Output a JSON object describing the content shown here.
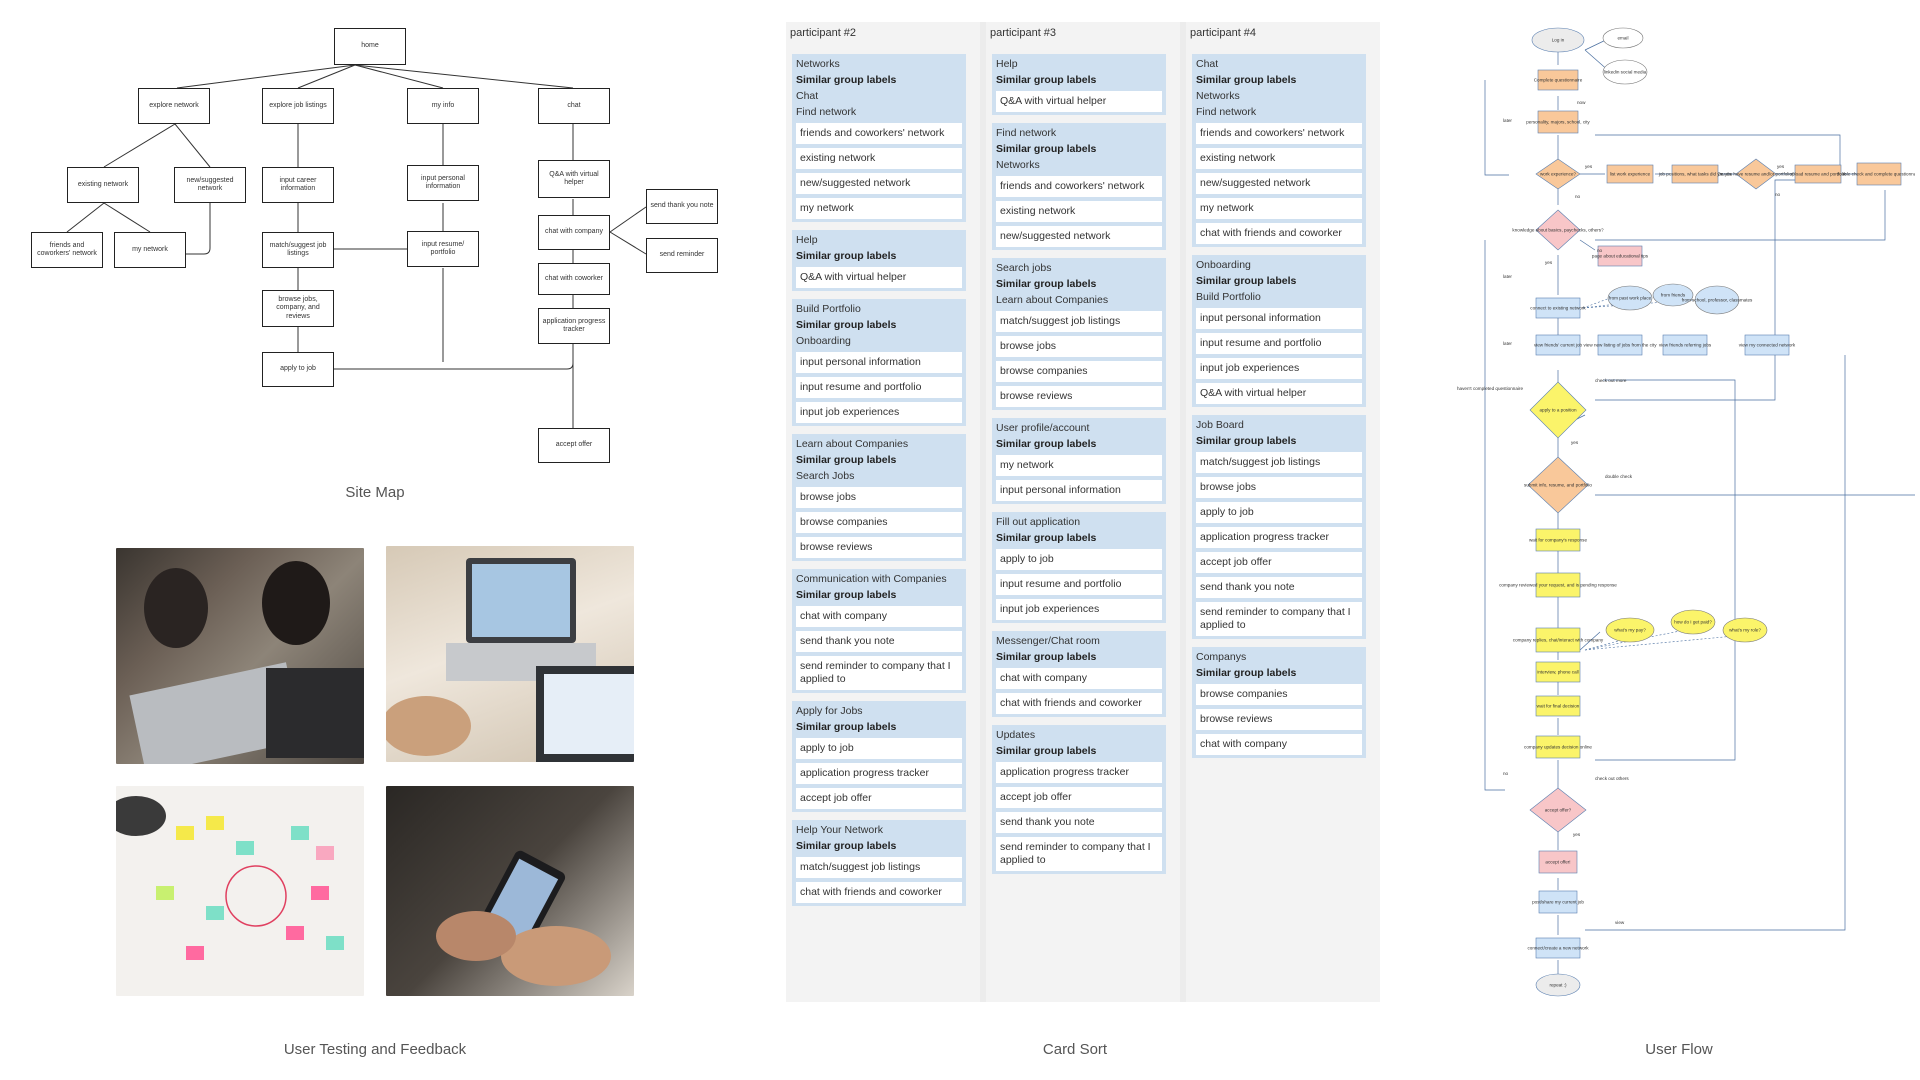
{
  "site_map": {
    "caption": "Site Map",
    "nodes": {
      "home": "home",
      "explore_network": "explore network",
      "explore_jobs": "explore job listings",
      "my_info": "my info",
      "chat": "chat",
      "existing_network": "existing network",
      "new_network": "new/suggested network",
      "friends": "friends and coworkers' network",
      "my_network": "my network",
      "input_career": "input career information",
      "match_jobs": "match/suggest job listings",
      "browse": "browse jobs, company, and reviews",
      "apply": "apply to job",
      "input_personal": "input personal information",
      "input_resume": "input resume/ portfolio",
      "qa": "Q&A with virtual helper",
      "chat_company": "chat with company",
      "chat_coworker": "chat with coworker",
      "tracker": "application progress tracker",
      "thank": "send thank you note",
      "reminder": "send reminder",
      "accept": "accept offer"
    }
  },
  "user_testing": {
    "caption": "User Testing and Feedback"
  },
  "card_sort": {
    "caption": "Card Sort",
    "similar_label": "Similar group labels",
    "participants": [
      {
        "name": "participant #2",
        "groups": [
          {
            "title": "Networks",
            "alts": [
              "Chat",
              "Find network"
            ],
            "cards": [
              "friends and coworkers' network",
              "existing network",
              "new/suggested network",
              "my network"
            ]
          },
          {
            "title": "Help",
            "alts": [],
            "cards": [
              "Q&A with virtual helper"
            ]
          },
          {
            "title": "Build Portfolio",
            "alts": [
              "Onboarding"
            ],
            "cards": [
              "input personal information",
              "input resume and portfolio",
              "input job experiences"
            ]
          },
          {
            "title": "Learn about Companies",
            "alts": [
              "Search Jobs"
            ],
            "cards": [
              "browse jobs",
              "browse companies",
              "browse reviews"
            ]
          },
          {
            "title": "Communication with Companies",
            "alts": [],
            "cards": [
              "chat with company",
              "send thank you note",
              "send reminder to company that I applied to"
            ]
          },
          {
            "title": "Apply for Jobs",
            "alts": [],
            "cards": [
              "apply to job",
              "application progress tracker",
              "accept job offer"
            ]
          },
          {
            "title": "Help Your Network",
            "alts": [],
            "cards": [
              "match/suggest job listings",
              "chat with friends and coworker"
            ]
          }
        ]
      },
      {
        "name": "participant #3",
        "groups": [
          {
            "title": "Help",
            "alts": [],
            "cards": [
              "Q&A with virtual helper"
            ]
          },
          {
            "title": "Find network",
            "alts": [
              "Networks"
            ],
            "cards": [
              "friends and coworkers' network",
              "existing network",
              "new/suggested network"
            ]
          },
          {
            "title": "Search jobs",
            "alts": [
              "Learn about Companies"
            ],
            "cards": [
              "match/suggest job listings",
              "browse jobs",
              "browse companies",
              "browse reviews"
            ]
          },
          {
            "title": "User profile/account",
            "alts": [],
            "cards": [
              "my network",
              "input personal information"
            ]
          },
          {
            "title": "Fill out application",
            "alts": [],
            "cards": [
              "apply to job",
              "input resume and portfolio",
              "input job experiences"
            ]
          },
          {
            "title": "Messenger/Chat room",
            "alts": [],
            "cards": [
              "chat with company",
              "chat with friends and coworker"
            ]
          },
          {
            "title": "Updates",
            "alts": [],
            "cards": [
              "application progress tracker",
              "accept job offer",
              "send thank you note",
              "send reminder to company that I applied to"
            ]
          }
        ]
      },
      {
        "name": "participant #4",
        "groups": [
          {
            "title": "Chat",
            "alts": [
              "Networks",
              "Find network"
            ],
            "cards": [
              "friends and coworkers' network",
              "existing network",
              "new/suggested network",
              "my network",
              "chat with friends and coworker"
            ]
          },
          {
            "title": "Onboarding",
            "alts": [
              "Build Portfolio"
            ],
            "cards": [
              "input personal information",
              "input resume and portfolio",
              "input job experiences",
              "Q&A with virtual helper"
            ]
          },
          {
            "title": "Job Board",
            "alts": [],
            "cards": [
              "match/suggest job listings",
              "browse jobs",
              "apply to job",
              "application progress tracker",
              "accept job offer",
              "send thank you note",
              "send reminder to company that I applied to"
            ]
          },
          {
            "title": "Companys",
            "alts": [],
            "cards": [
              "browse companies",
              "browse reviews",
              "chat with company"
            ]
          }
        ]
      }
    ]
  },
  "user_flow": {
    "caption": "User Flow",
    "nodes": {
      "login": "Log in",
      "email": "email",
      "linkedin": "linkedin social media",
      "questionnaire": "Complete questionnaire",
      "personality": "personality, majors, school, city",
      "work_exp": "work experience?",
      "list_exp": "list work experience",
      "positions": "job positions, what tasks did you do",
      "resume_q": "Do you have resume and/or portfolio?",
      "upload": "upload resume and portfolio",
      "double_check": "double check and complete questionnaire",
      "knowledge": "knowledge about basics, paychecks, others?",
      "edu": "page about educational tips",
      "connect": "connect to existing network",
      "past": "from past work place",
      "friends": "from friends",
      "school": "from school, professor, classmates",
      "view_friends": "view friends' current job",
      "new_listing": "view new listing of jobs from the city",
      "referring": "view friends referring jobs",
      "connected": "view my connected network",
      "apply": "apply to a position",
      "submit": "submit info, resume, and portfolio",
      "wait": "wait for company's response",
      "reviewed": "company reviewed your request, and is pending response",
      "replies": "company replies, chat/interact with company",
      "pay": "what's my pay?",
      "paid": "how do I get paid?",
      "role": "what's my role?",
      "interview": "interview, phone call",
      "final": "wait for final decision",
      "decision": "company updates decision online",
      "accept_q": "accept offer?",
      "accept": "accept offer!",
      "post": "post/share my current job",
      "connect_new": "connect/create a new network",
      "repeat": "repeat :)"
    },
    "labels": {
      "now": "now",
      "later": "later",
      "yes": "yes",
      "no": "no",
      "check_more": "check out more",
      "not_completed": "haven't completed questionnaire",
      "double": "double check",
      "check_others": "check out others",
      "view": "view"
    }
  }
}
